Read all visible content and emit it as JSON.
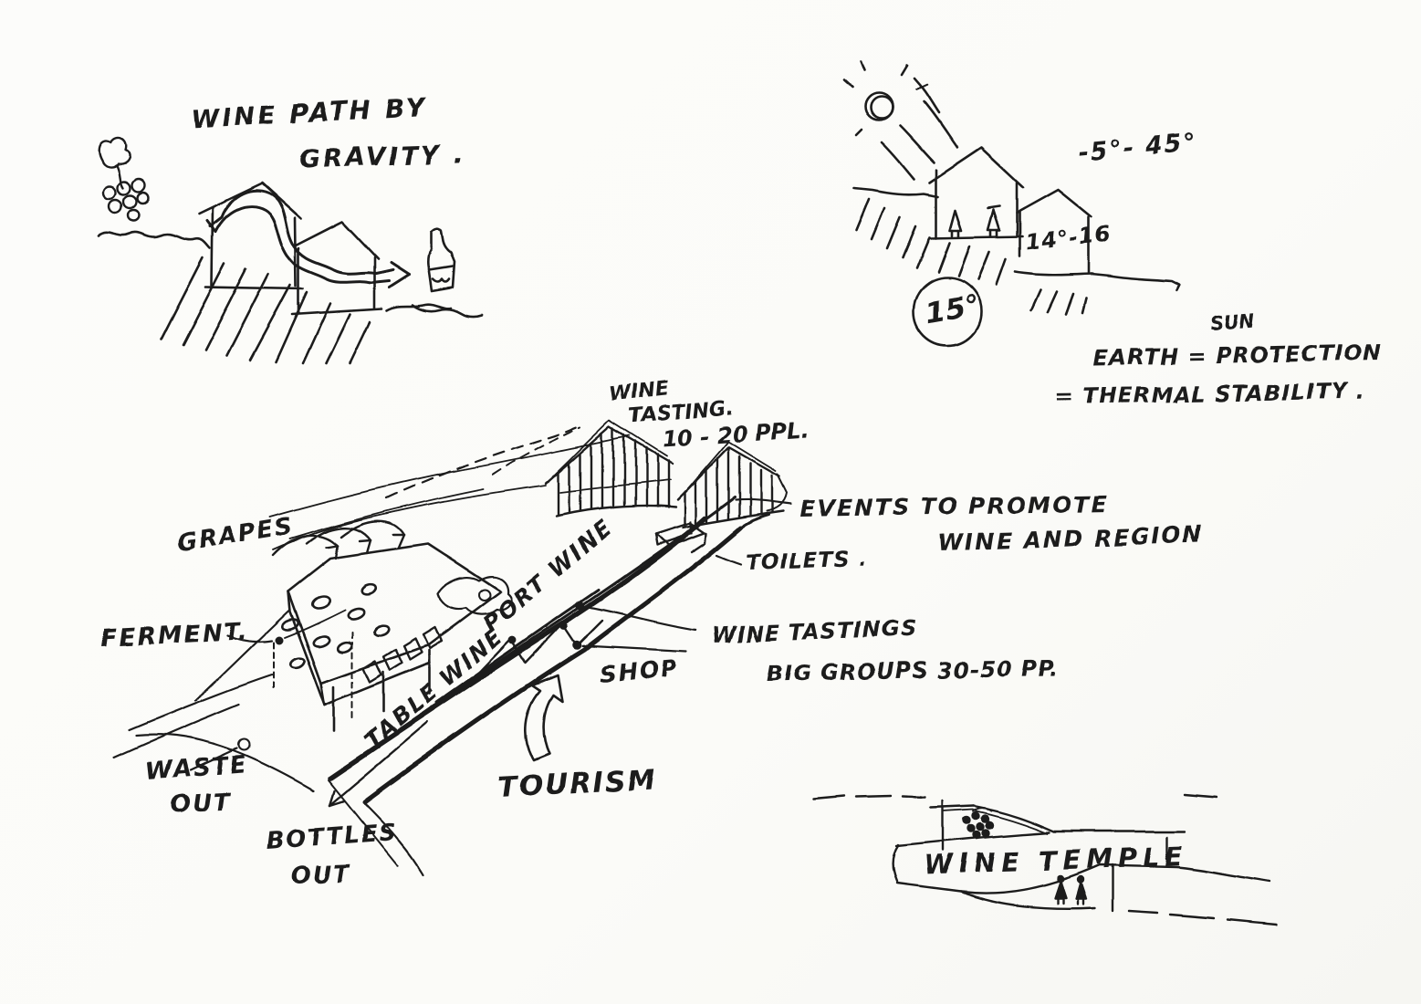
{
  "colors": {
    "ink": "#1c1c1c",
    "paper": "#fbfbf8"
  },
  "top_left": {
    "line1": "WINE PATH BY",
    "line2": "GRAVITY ."
  },
  "top_right": {
    "temp_range": "-5°- 45°",
    "cellar_temp": "14°-16",
    "ground_temp": "15°",
    "sun": "SUN",
    "eq1": "EARTH = PROTECTION",
    "eq2": "= THERMAL STABILITY ."
  },
  "main": {
    "tasting1": "WINE",
    "tasting2": "TASTING.",
    "tasting3": "10 - 20 PPL.",
    "events1": "EVENTS TO PROMOTE",
    "events2": "WINE AND REGION",
    "toilets": "TOILETS .",
    "grapes": "GRAPES",
    "ferment": "FERMENT.",
    "table_wine": "TABLE WINE",
    "port_wine": "PORT WINE",
    "tastings1": "WINE TASTINGS",
    "tastings2": "BIG GROUPS 30-50 PP.",
    "shop": "SHOP",
    "tourism": "TOURISM",
    "waste1": "WASTE",
    "waste2": "OUT",
    "bottles1": "BOTTLES",
    "bottles2": "OUT"
  },
  "bottom_right": {
    "title": "WINE TEMPLE"
  }
}
